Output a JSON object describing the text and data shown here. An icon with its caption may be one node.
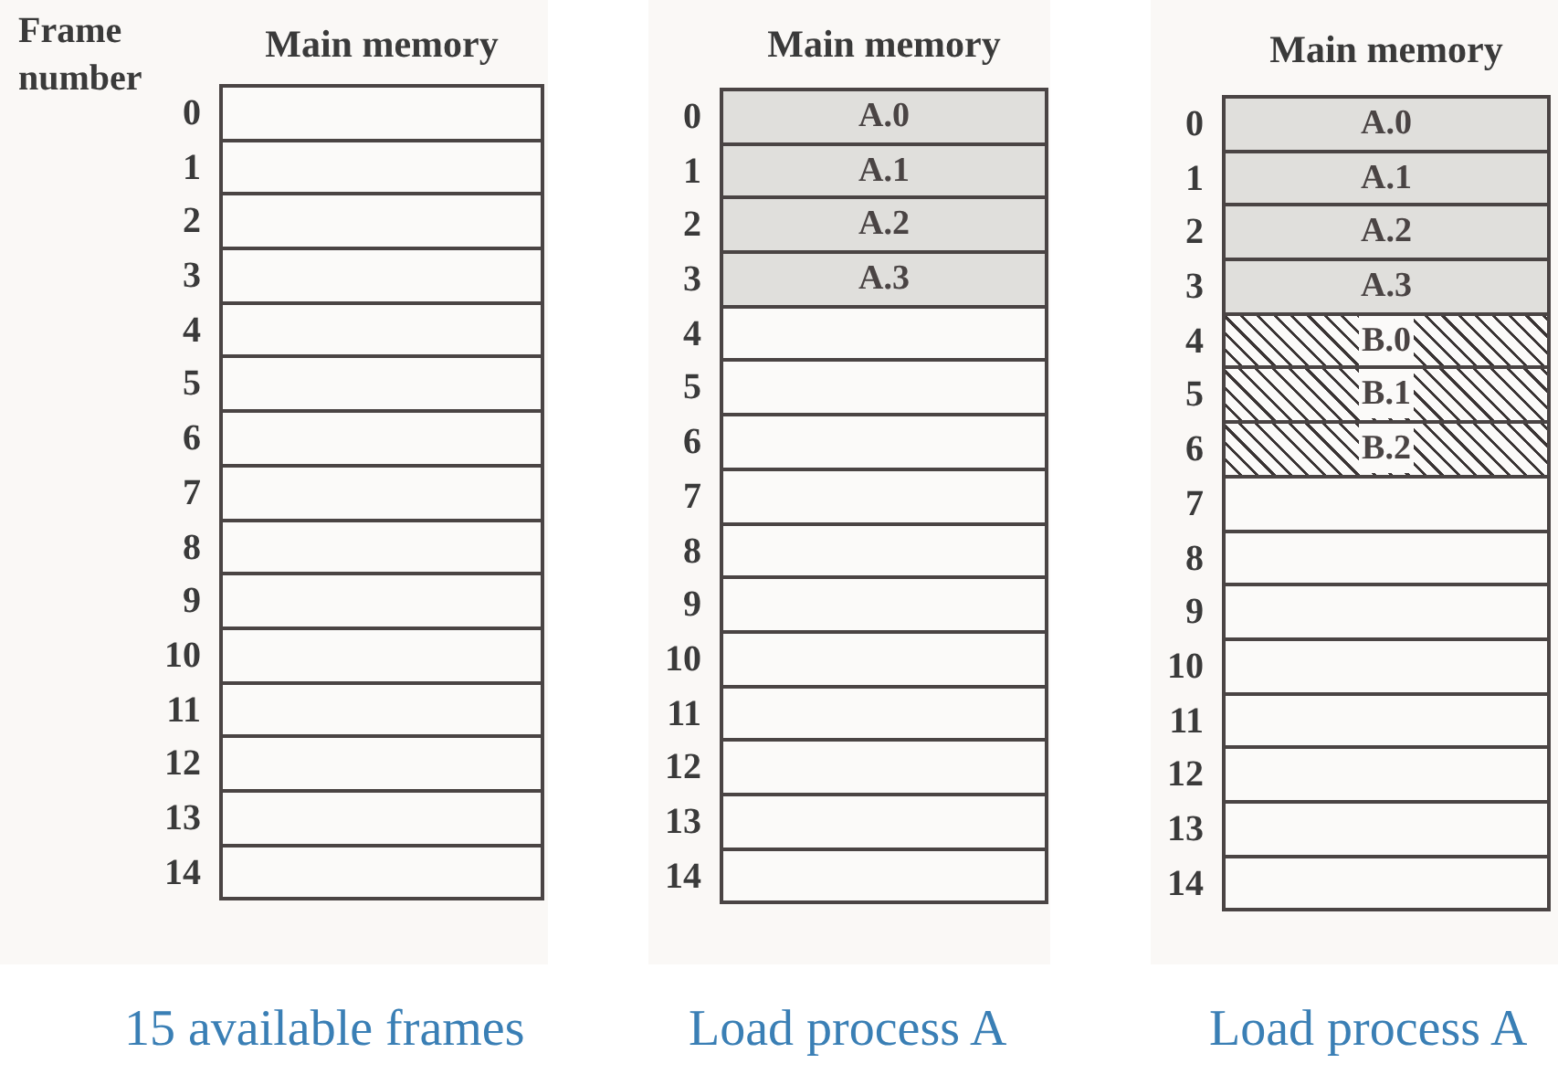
{
  "diagram": {
    "nodes": [
      {
        "text": [
          "Main memory"
        ],
        "beside": [
          "15 available frames"
        ]
      },
      {
        "text": [],
        "shape": "box",
        "in": 0,
        "beside": [
          "0"
        ]
      },
      {
        "text": [],
        "shape": "box",
        "in": 0,
        "beside": [
          "1"
        ]
      },
      {
        "text": [],
        "shape": "box",
        "in": 0,
        "beside": [
          "2"
        ]
      },
      {
        "text": [],
        "shape": "box",
        "in": 0,
        "beside": [
          "3"
        ]
      },
      {
        "text": [],
        "shape": "box",
        "in": 0,
        "beside": [
          "4"
        ]
      },
      {
        "text": [],
        "shape": "box",
        "in": 0,
        "beside": [
          "5"
        ]
      },
      {
        "text": [],
        "shape": "box",
        "in": 0,
        "beside": [
          "6"
        ]
      },
      {
        "text": [],
        "shape": "box",
        "in": 0,
        "beside": [
          "7"
        ]
      },
      {
        "text": [],
        "shape": "box",
        "in": 0,
        "beside": [
          "8"
        ]
      },
      {
        "text": [],
        "shape": "box",
        "in": 0,
        "beside": [
          "9"
        ]
      },
      {
        "text": [],
        "shape": "box",
        "in": 0,
        "beside": [
          "10"
        ]
      },
      {
        "text": [],
        "shape": "box",
        "in": 0,
        "beside": [
          "11"
        ]
      },
      {
        "text": [],
        "shape": "box",
        "in": 0,
        "beside": [
          "12"
        ]
      },
      {
        "text": [],
        "shape": "box",
        "in": 0,
        "beside": [
          "13"
        ]
      },
      {
        "text": [],
        "shape": "box",
        "in": 0,
        "beside": [
          "14"
        ]
      },
      {
        "text": [
          "Main memory"
        ],
        "beside": [
          "Load process A"
        ]
      },
      {
        "text": [
          "A.0"
        ],
        "in": 16,
        "beside": [
          "0"
        ]
      },
      {
        "text": [
          "A.1"
        ],
        "in": 16,
        "beside": [
          "1"
        ]
      },
      {
        "text": [
          "A.2"
        ],
        "in": 16,
        "beside": [
          "2"
        ]
      },
      {
        "text": [
          "A.3"
        ],
        "in": 16,
        "beside": [
          "3"
        ]
      },
      {
        "text": [],
        "shape": "box",
        "in": 16,
        "beside": [
          "4"
        ]
      },
      {
        "text": [],
        "shape": "box",
        "in": 16,
        "beside": [
          "5"
        ]
      },
      {
        "text": [],
        "shape": "box",
        "in": 16,
        "beside": [
          "6"
        ]
      },
      {
        "text": [],
        "shape": "box",
        "in": 16,
        "beside": [
          "7"
        ]
      },
      {
        "text": [],
        "shape": "box",
        "in": 16,
        "beside": [
          "8"
        ]
      },
      {
        "text": [],
        "shape": "box",
        "in": 16,
        "beside": [
          "9"
        ]
      },
      {
        "text": [],
        "shape": "box",
        "in": 16,
        "beside": [
          "10"
        ]
      },
      {
        "text": [],
        "shape": "box",
        "in": 16,
        "beside": [
          "11"
        ]
      },
      {
        "text": [],
        "shape": "box",
        "in": 16,
        "beside": [
          "12"
        ]
      },
      {
        "text": [],
        "shape": "box",
        "in": 16,
        "beside": [
          "13"
        ]
      },
      {
        "text": [],
        "shape": "box",
        "in": 16,
        "beside": [
          "14"
        ]
      },
      {
        "text": [
          "Main memory"
        ],
        "beside": [
          "Load process A"
        ]
      },
      {
        "text": [
          "A.0"
        ],
        "in": 32,
        "beside": [
          "0"
        ]
      },
      {
        "text": [
          "A.1"
        ],
        "in": 32,
        "beside": [
          "1"
        ]
      },
      {
        "text": [
          "A.2"
        ],
        "in": 32,
        "beside": [
          "2"
        ]
      },
      {
        "text": [
          "A.3"
        ],
        "in": 32,
        "beside": [
          "3"
        ]
      },
      {
        "text": [
          "B.0"
        ],
        "in": 32,
        "beside": [
          "4"
        ]
      },
      {
        "text": [
          "B.1"
        ],
        "in": 32,
        "beside": [
          "5"
        ]
      },
      {
        "text": [
          "B.2"
        ],
        "in": 32,
        "beside": [
          "6"
        ]
      },
      {
        "text": [],
        "shape": "box",
        "in": 32,
        "beside": [
          "7"
        ]
      },
      {
        "text": [],
        "shape": "box",
        "in": 32,
        "beside": [
          "8"
        ]
      },
      {
        "text": [],
        "shape": "box",
        "in": 32,
        "beside": [
          "9"
        ]
      },
      {
        "text": [],
        "shape": "box",
        "in": 32,
        "beside": [
          "10"
        ]
      },
      {
        "text": [],
        "shape": "box",
        "in": 32,
        "beside": [
          "11"
        ]
      },
      {
        "text": [],
        "shape": "box",
        "in": 32,
        "beside": [
          "12"
        ]
      },
      {
        "text": [],
        "shape": "box",
        "in": 32,
        "beside": [
          "13"
        ]
      },
      {
        "text": [],
        "shape": "box",
        "in": 32,
        "beside": [
          "14"
        ]
      }
    ],
    "labels": [
      "Frame number"
    ]
  }
}
